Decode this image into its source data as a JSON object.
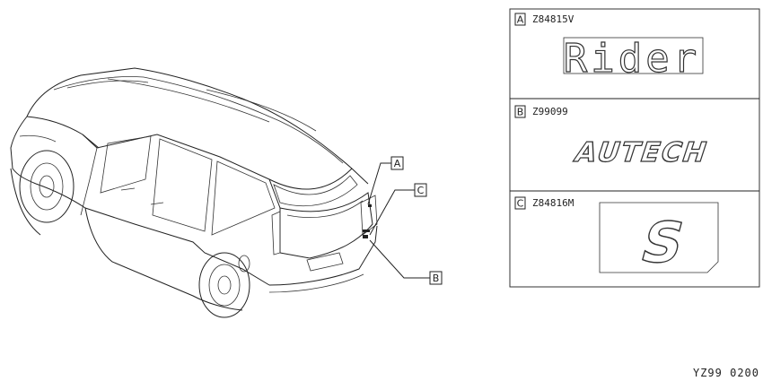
{
  "callouts": [
    {
      "key": "A",
      "part_number": "Z84815V",
      "badge_text": "Rider"
    },
    {
      "key": "B",
      "part_number": "Z99099",
      "badge_text": "AUTECH"
    },
    {
      "key": "C",
      "part_number": "Z84816M",
      "badge_text": "S"
    }
  ],
  "diagram_code": "YZ99 0200"
}
